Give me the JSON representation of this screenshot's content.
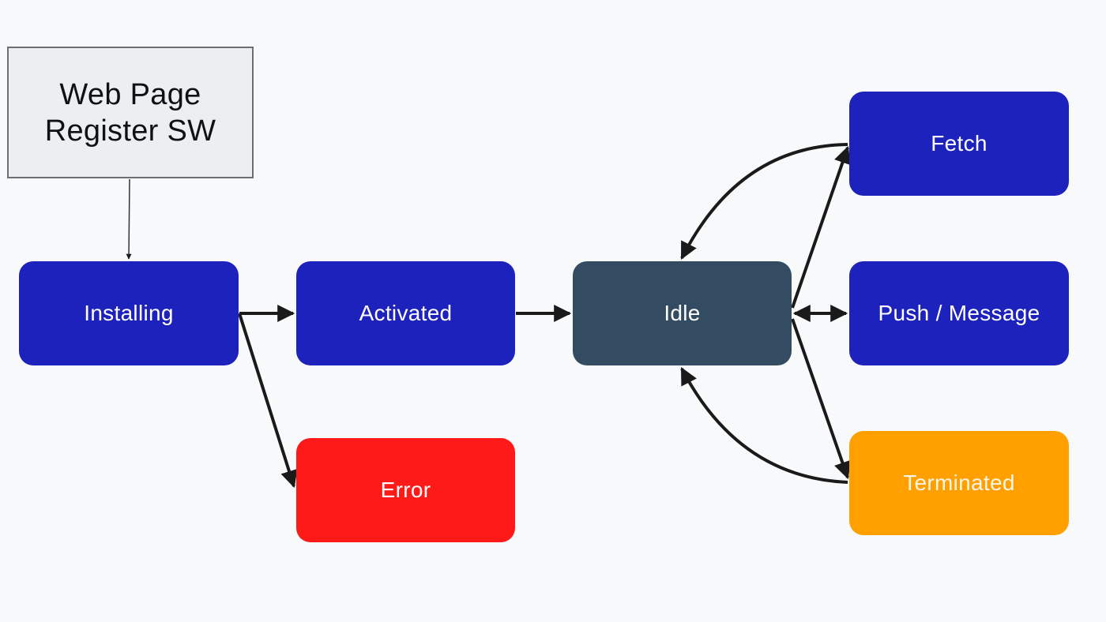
{
  "diagram": {
    "start": {
      "line1": "Web Page",
      "line2": "Register SW",
      "color": "#eceff2"
    },
    "states": {
      "installing": {
        "label": "Installing",
        "color": "#1e22bd"
      },
      "activated": {
        "label": "Activated",
        "color": "#1e22bd"
      },
      "idle": {
        "label": "Idle",
        "color": "#344c61"
      },
      "fetch": {
        "label": "Fetch",
        "color": "#1e22bd"
      },
      "push": {
        "label": "Push / Message",
        "color": "#1e22bd"
      },
      "terminated": {
        "label": "Terminated",
        "color": "#ffa000"
      },
      "error": {
        "label": "Error",
        "color": "#ff1a1a"
      }
    },
    "edges": [
      {
        "from": "start",
        "to": "installing"
      },
      {
        "from": "installing",
        "to": "activated"
      },
      {
        "from": "installing",
        "to": "error"
      },
      {
        "from": "activated",
        "to": "idle"
      },
      {
        "from": "idle",
        "to": "fetch"
      },
      {
        "from": "fetch",
        "to": "idle"
      },
      {
        "from": "idle",
        "to": "push",
        "bidirectional": true
      },
      {
        "from": "idle",
        "to": "terminated"
      },
      {
        "from": "terminated",
        "to": "idle"
      }
    ]
  }
}
